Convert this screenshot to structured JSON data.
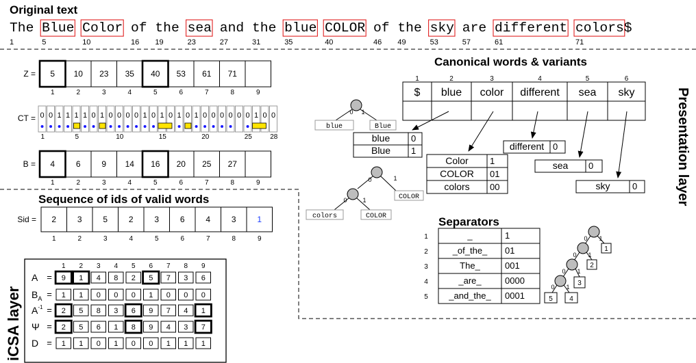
{
  "original": {
    "title": "Original text",
    "segments": [
      {
        "t": "The ",
        "box": false
      },
      {
        "t": "Blue",
        "box": true
      },
      {
        "t": " ",
        "box": false
      },
      {
        "t": "Color",
        "box": true
      },
      {
        "t": " of the ",
        "box": false
      },
      {
        "t": "sea",
        "box": true
      },
      {
        "t": " and the ",
        "box": false
      },
      {
        "t": "blue",
        "box": true
      },
      {
        "t": " ",
        "box": false
      },
      {
        "t": "COLOR",
        "box": true
      },
      {
        "t": " of the ",
        "box": false
      },
      {
        "t": "sky",
        "box": true
      },
      {
        "t": " are ",
        "box": false
      },
      {
        "t": "different",
        "box": true
      },
      {
        "t": " ",
        "box": false
      },
      {
        "t": "colors",
        "box": true
      },
      {
        "t": "$",
        "box": false
      }
    ],
    "positions": [
      {
        "label": "1",
        "col": 0
      },
      {
        "label": "5",
        "col": 4
      },
      {
        "label": "10",
        "col": 9
      },
      {
        "label": "16",
        "col": 15
      },
      {
        "label": "19",
        "col": 18
      },
      {
        "label": "23",
        "col": 22
      },
      {
        "label": "27",
        "col": 26
      },
      {
        "label": "31",
        "col": 30
      },
      {
        "label": "35",
        "col": 34
      },
      {
        "label": "40",
        "col": 39
      },
      {
        "label": "46",
        "col": 45
      },
      {
        "label": "49",
        "col": 48
      },
      {
        "label": "53",
        "col": 52
      },
      {
        "label": "57",
        "col": 56
      },
      {
        "label": "61",
        "col": 60
      },
      {
        "label": "71",
        "col": 70
      }
    ]
  },
  "z_array": {
    "label": "Z =",
    "values": [
      "5",
      "10",
      "23",
      "35",
      "40",
      "53",
      "61",
      "71",
      ""
    ],
    "indices": [
      "1",
      "2",
      "3",
      "4",
      "5",
      "6",
      "7",
      "8",
      "9"
    ],
    "highlight": [
      0,
      4
    ]
  },
  "ct_array": {
    "label": "CT =",
    "bits": [
      "0",
      "0",
      "1",
      "1",
      "1",
      "1",
      "0",
      "1",
      "0",
      "0",
      "0",
      "0",
      "1",
      "0",
      "1",
      "0",
      "1",
      "0",
      "1",
      "0",
      "0",
      "0",
      "0",
      "0",
      "0",
      "1",
      "0",
      "0"
    ],
    "dots": [
      1,
      2,
      3,
      4,
      6,
      7,
      9,
      10,
      11,
      12,
      13,
      14,
      16,
      17,
      19,
      20,
      21,
      22,
      23,
      25,
      27
    ],
    "yellow": [
      5,
      8,
      15,
      18,
      26
    ],
    "yellow_wide": [
      15,
      26
    ],
    "ticks": [
      {
        "label": "1",
        "i": 1
      },
      {
        "label": "5",
        "i": 5
      },
      {
        "label": "10",
        "i": 10
      },
      {
        "label": "15",
        "i": 15
      },
      {
        "label": "20",
        "i": 20
      },
      {
        "label": "25",
        "i": 25
      },
      {
        "label": "28",
        "i": 28
      }
    ]
  },
  "b_array": {
    "label": "B =",
    "values": [
      "4",
      "6",
      "9",
      "14",
      "16",
      "20",
      "25",
      "27",
      ""
    ],
    "indices": [
      "1",
      "2",
      "3",
      "4",
      "5",
      "6",
      "7",
      "8",
      "9"
    ],
    "highlight": [
      0,
      4
    ]
  },
  "sid": {
    "title": "Sequence of ids of valid words",
    "label": "Sid =",
    "values": [
      "2",
      "3",
      "5",
      "2",
      "3",
      "6",
      "4",
      "3",
      "1"
    ],
    "indices": [
      "1",
      "2",
      "3",
      "4",
      "5",
      "6",
      "7",
      "8",
      "9"
    ],
    "blue_index": 8
  },
  "icsa": {
    "layer_label": "iCSA layer",
    "col_indices": [
      "1",
      "2",
      "3",
      "4",
      "5",
      "6",
      "7",
      "8",
      "9"
    ],
    "rows": [
      {
        "label": "A",
        "sub": "",
        "sup": "",
        "values": [
          "9",
          "1",
          "4",
          "8",
          "2",
          "5",
          "7",
          "3",
          "6"
        ],
        "thick": [
          0,
          1,
          5
        ]
      },
      {
        "label": "B",
        "sub": "A",
        "sup": "",
        "values": [
          "1",
          "1",
          "0",
          "0",
          "0",
          "1",
          "0",
          "0",
          "0"
        ],
        "thick": []
      },
      {
        "label": "A",
        "sub": "",
        "sup": "-1",
        "values": [
          "2",
          "5",
          "8",
          "3",
          "6",
          "9",
          "7",
          "4",
          "1"
        ],
        "thick": [
          0,
          4,
          8
        ]
      },
      {
        "label": "Ψ",
        "sub": "",
        "sup": "",
        "values": [
          "2",
          "5",
          "6",
          "1",
          "8",
          "9",
          "4",
          "3",
          "7"
        ],
        "thick": [
          0,
          4,
          8
        ]
      },
      {
        "label": "D",
        "sub": "",
        "sup": "",
        "values": [
          "1",
          "1",
          "0",
          "1",
          "0",
          "0",
          "1",
          "1",
          "1"
        ],
        "thick": []
      }
    ],
    "eq": "="
  },
  "canonical": {
    "title": "Canonical words & variants",
    "indices": [
      "1",
      "2",
      "3",
      "4",
      "5",
      "6"
    ],
    "words": [
      "$",
      "blue",
      "color",
      "different",
      "sea",
      "sky"
    ],
    "variants": {
      "blue": [
        [
          "blue",
          "0"
        ],
        [
          "Blue",
          "1"
        ]
      ],
      "color": [
        [
          "Color",
          "1"
        ],
        [
          "COLOR",
          "01"
        ],
        [
          "colors",
          "00"
        ]
      ],
      "different": [
        [
          "different",
          "0"
        ]
      ],
      "sea": [
        [
          "sea",
          "0"
        ]
      ],
      "sky": [
        [
          "sky",
          "0"
        ]
      ]
    },
    "tree_blue": {
      "leaves": [
        "blue",
        "Blue"
      ],
      "edge0": "0",
      "edge1": "1"
    },
    "tree_color": {
      "leaves": [
        "COLOR",
        "colors",
        "COLOR"
      ],
      "edge0": "0",
      "edge1": "1"
    }
  },
  "separators": {
    "title": "Separators",
    "rows": [
      [
        "1",
        "_",
        "1"
      ],
      [
        "2",
        "_of_the_",
        "01"
      ],
      [
        "3",
        "The_",
        "001"
      ],
      [
        "4",
        "_are_",
        "0000"
      ],
      [
        "5",
        "_and_the_",
        "0001"
      ]
    ],
    "tree_leaves": [
      "1",
      "2",
      "3",
      "5",
      "4"
    ],
    "edge0": "0",
    "edge1": "1"
  },
  "presentation_label": "Presentation layer"
}
